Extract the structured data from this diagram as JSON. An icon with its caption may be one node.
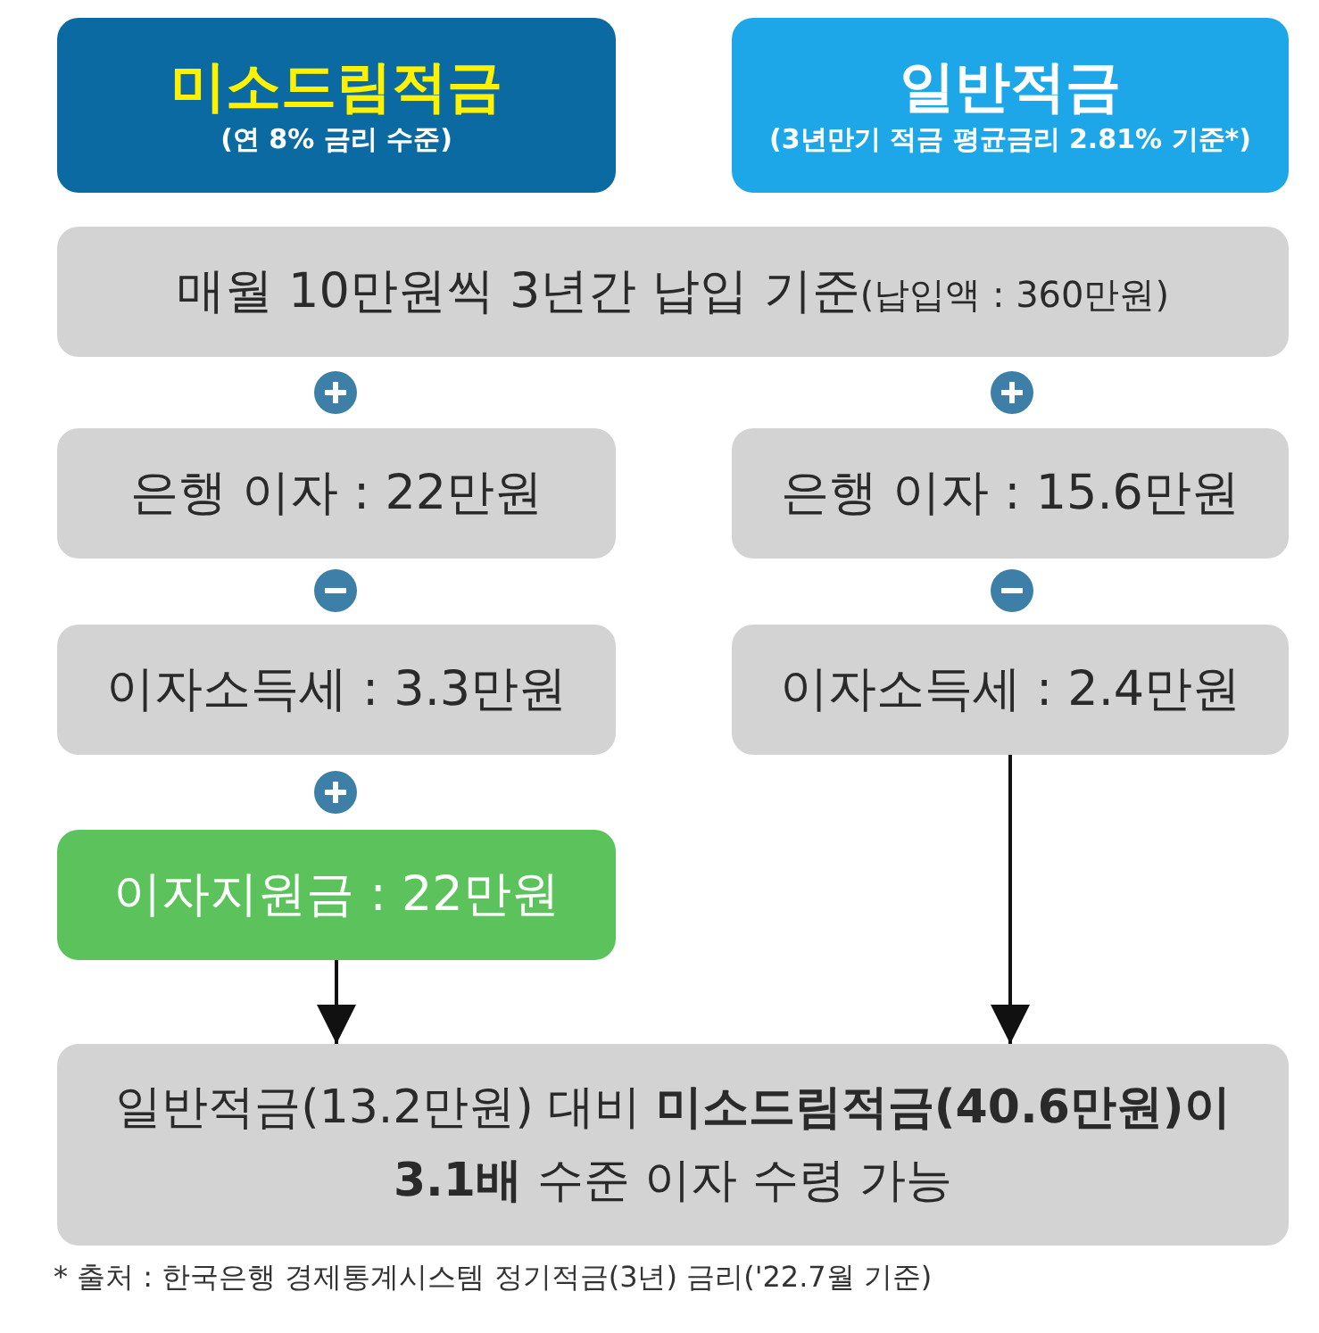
{
  "diagram": {
    "nodes": [
      {
        "text": [
          "미소드림적금",
          "(연 8% 금리 수준)"
        ]
      },
      {
        "text": [
          "일반적금",
          "(3년만기 적금 평균금리 2.81% 기준*)"
        ]
      },
      {
        "text": [
          "매월 10만원씩 3년간 납입 기준",
          "(납입액 : 360만원)"
        ]
      },
      {
        "text": [
          "은행 이자 : 22만원"
        ]
      },
      {
        "text": [
          "은행 이자 : 15.6만원"
        ]
      },
      {
        "text": [
          "이자소득세 : 3.3만원"
        ]
      },
      {
        "text": [
          "이자소득세 : 2.4만원"
        ]
      },
      {
        "text": [
          "이자지원금 : 22만원"
        ]
      },
      {
        "text": [
          "일반적금(13.2만원) 대비 **미소드림적금(40.6만원)이** **3.1배** 수준 이자 수령 가능"
        ]
      }
    ],
    "edges": [
      {
        "from": 7,
        "to": 8,
        "arrow": "to"
      },
      {
        "from": 6,
        "to": 8,
        "arrow": "to"
      }
    ],
    "labels": [
      "* 출처 : 한국은행 경제통계시스템 정기적금(3년) 금리('22.7월 기준)"
    ]
  }
}
